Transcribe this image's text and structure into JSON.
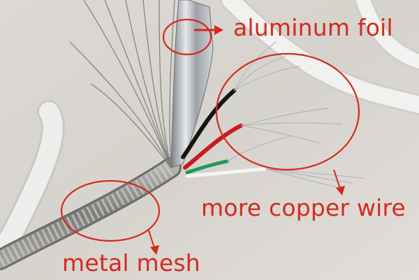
{
  "labels": {
    "foil": "aluminum foil",
    "wire": "more copper wire",
    "mesh": "metal mesh"
  },
  "colors": {
    "annotation": "#d42a1e",
    "background": "#d9d6d0",
    "cable_jacket": "#efefee",
    "wire_black": "#141414",
    "wire_red": "#c81c1c",
    "wire_green": "#1f9a55",
    "wire_white": "#f4f4f4",
    "foil": "#b9bcc0",
    "mesh": "#8c8a86"
  }
}
